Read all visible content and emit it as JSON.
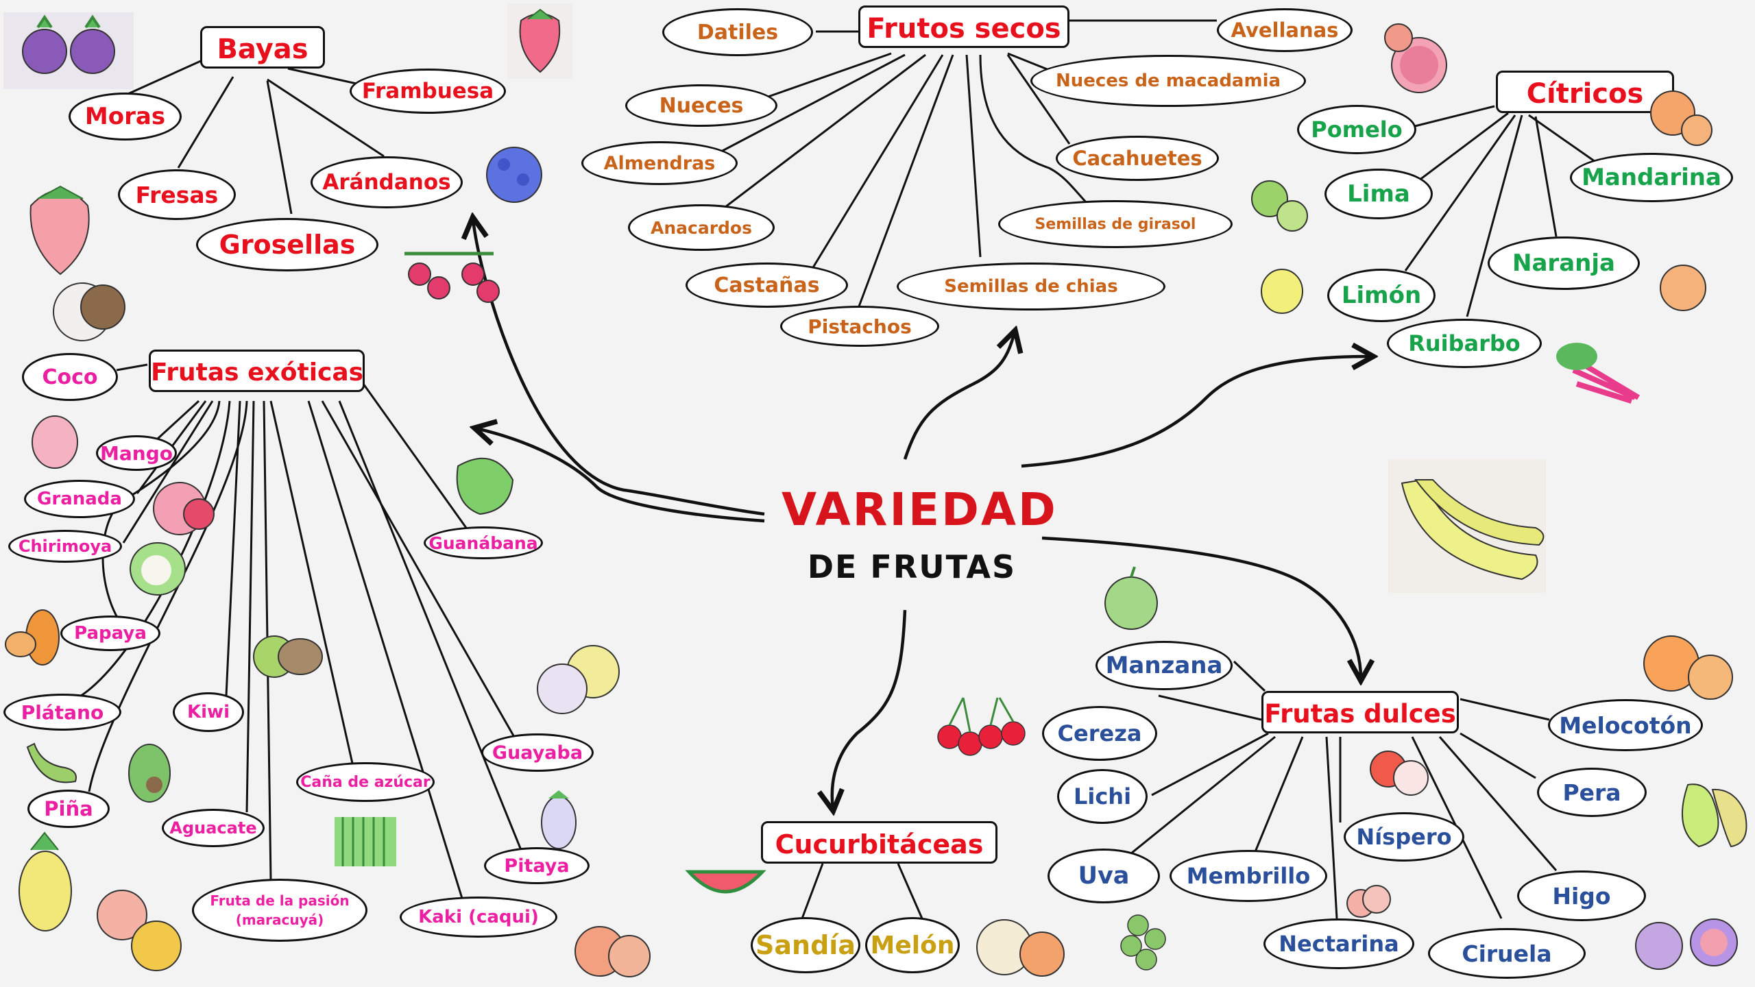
{
  "center": {
    "title": "VARIEDAD",
    "subtitle": "DE FRUTAS"
  },
  "categories": {
    "bayas": "Bayas",
    "frutos_secos": "Frutos secos",
    "citricos": "Cítricos",
    "exoticas": "Frutas exóticas",
    "dulces": "Frutas dulces",
    "cucurbitaceas": "Cucurbitáceas"
  },
  "bayas": [
    "Moras",
    "Frambuesa",
    "Fresas",
    "Arándanos",
    "Grosellas"
  ],
  "frutos_secos": [
    "Datiles",
    "Avellanas",
    "Nueces",
    "Nueces de macadamia",
    "Almendras",
    "Cacahuetes",
    "Anacardos",
    "Semillas de girasol",
    "Castañas",
    "Semillas de chias",
    "Pistachos"
  ],
  "citricos": [
    "Pomelo",
    "Mandarina",
    "Lima",
    "Naranja",
    "Limón",
    "Ruibarbo"
  ],
  "exoticas": [
    "Coco",
    "Mango",
    "Granada",
    "Chirimoya",
    "Guanábana",
    "Papaya",
    "Plátano",
    "Kiwi",
    "Piña",
    "Aguacate",
    "Caña de azúcar",
    "Guayaba",
    "Pitaya",
    "Fruta de la pasión",
    "(maracuyá)",
    "Kaki (caqui)"
  ],
  "dulces": [
    "Manzana",
    "Cereza",
    "Melocotón",
    "Lichi",
    "Pera",
    "Níspero",
    "Uva",
    "Membrillo",
    "Higo",
    "Nectarina",
    "Ciruela"
  ],
  "cucurbitaceas": [
    "Sandía",
    "Melón"
  ],
  "colors": {
    "red": "#e8101c",
    "orange": "#c9631a",
    "green": "#16a34a",
    "pink": "#ec1ea1",
    "blue": "#2a4f9b",
    "gold": "#c8a011",
    "title": "#d7141c"
  },
  "icons": [
    "blackberry-icon",
    "raspberry-icon",
    "strawberry-icon",
    "blueberry-icon",
    "redcurrant-icon",
    "coconut-icon",
    "grapefruit-icon",
    "orange-icon",
    "kiwi-icon",
    "lemon-icon",
    "rhubarb-icon",
    "banana-icon",
    "mango-icon",
    "pomegranate-icon",
    "cherimoya-icon",
    "soursop-icon",
    "papaya-icon",
    "plantain-icon",
    "avocado-icon",
    "pineapple-icon",
    "passionfruit-icon",
    "sugarcane-icon",
    "guava-icon",
    "dragonfruit-icon",
    "persimmon-icon",
    "watermelon-icon",
    "melon-icon",
    "grape-icon",
    "cherry-icon",
    "apple-icon",
    "loquat-icon",
    "nectarine-icon",
    "peach-icon",
    "pear-icon",
    "fig-icon"
  ]
}
